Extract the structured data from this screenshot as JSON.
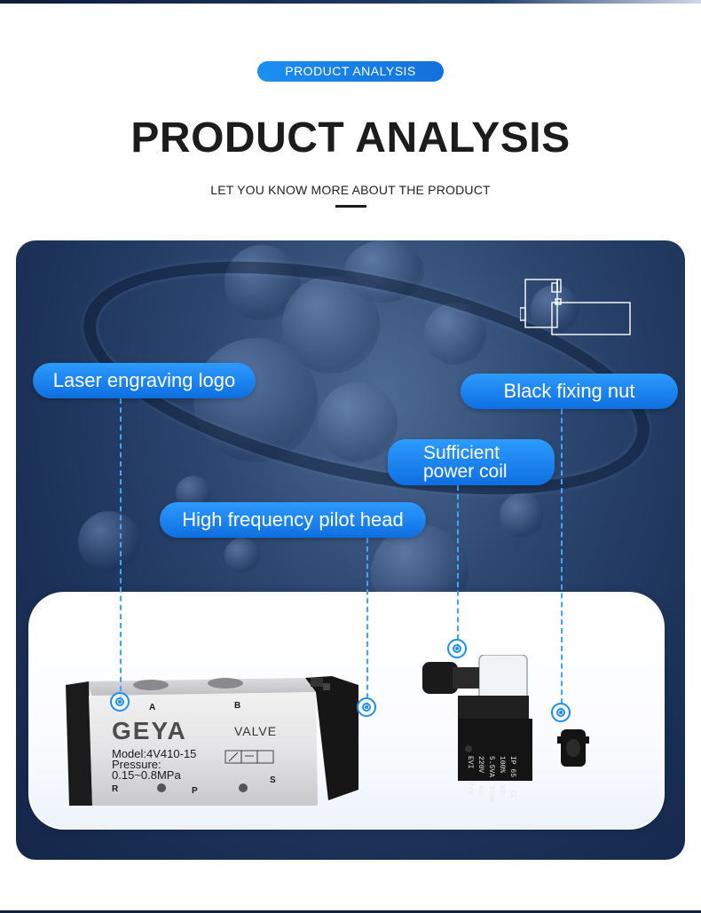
{
  "header": {
    "pill_label": "PRODUCT  ANALYSIS",
    "title": "PRODUCT ANALYSIS",
    "subtitle": "LET YOU KNOW MORE ABOUT THE PRODUCT"
  },
  "callouts": {
    "laser_logo": "Laser engraving logo",
    "fixing_nut": "Black fixing nut",
    "power_coil_line1": "Sufficient",
    "power_coil_line2": "power coil",
    "pilot_head": "High frequency pilot head"
  },
  "valve": {
    "brand": "GEYA",
    "type_label": "VALVE",
    "model": "Model:4V410-15",
    "pressure_label": "Pressure:",
    "pressure_value": "0.15~0.8MPa",
    "port_a": "A",
    "port_b": "B",
    "port_r": "R",
    "port_p": "P",
    "port_s": "S"
  },
  "coil": {
    "line1": "EVI   7/9",
    "line2": "220V   AC",
    "line3": "5.5VA  25mA",
    "line4": "100%   ED",
    "line5": "IP 65   CE"
  },
  "colors": {
    "accent_blue": "#1677e6",
    "panel_navy": "#1b3157",
    "leader_blue": "#3da7ff"
  }
}
